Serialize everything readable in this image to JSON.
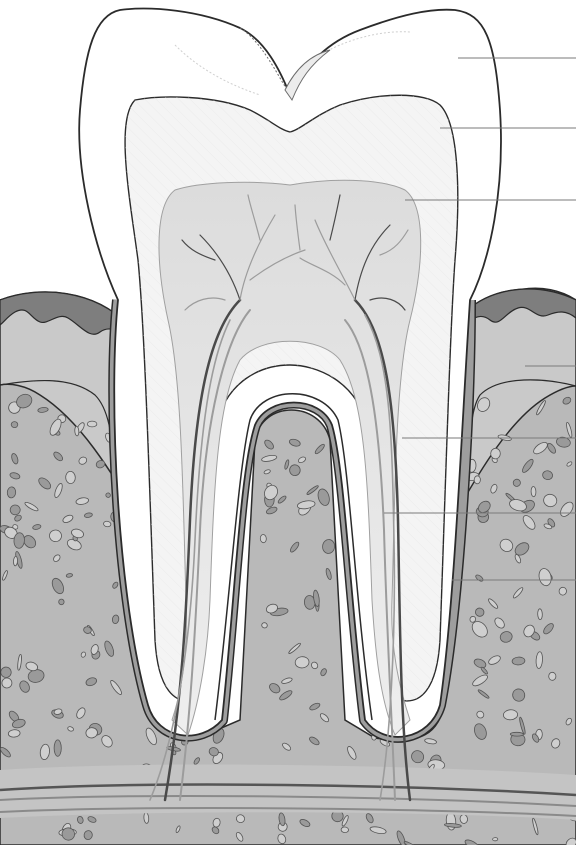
{
  "diagram": {
    "kind": "tooth-cross-section",
    "labels_printed": false,
    "leader_lines": [
      {
        "id": "enamel"
      },
      {
        "id": "dentin"
      },
      {
        "id": "pulp-chamber"
      },
      {
        "id": "gingiva"
      },
      {
        "id": "blood-vessel"
      },
      {
        "id": "nerve"
      },
      {
        "id": "cementum"
      }
    ],
    "colors": {
      "background": "#ffffff",
      "enamel": "#ffffff",
      "dentin": "#f7f7f7",
      "pulp": "#e2e2e2",
      "gum": "#c7c7c7",
      "gum_dark": "#8c8c8c",
      "bone": "#b9b9b9",
      "bone_pore": "#9a9a9a",
      "outline": "#2b2b2b",
      "vessel_dark": "#4a4a4a",
      "vessel_light": "#9c9c9c"
    }
  }
}
